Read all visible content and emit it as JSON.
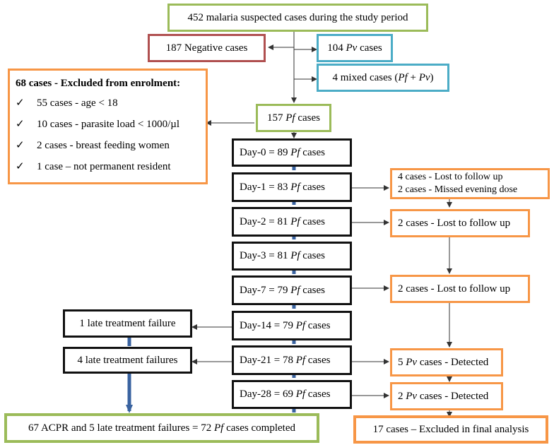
{
  "top_box": "452 malaria suspected cases during the study period",
  "negative_box": "187 Negative cases",
  "pv_box": {
    "pre": "104 ",
    "em": "Pv",
    "post": " cases"
  },
  "mixed_box": {
    "a": "4 mixed cases (",
    "em1": "Pf",
    "b": " + ",
    "em2": "Pv",
    "c": ")"
  },
  "excluded_box": {
    "title": "68 cases - Excluded from enrolment:",
    "check_glyph": "✓",
    "items": [
      "55 cases -  age < 18",
      "10 cases - parasite load < 1000/µl",
      "2 cases - breast feeding women",
      "1 case – not permanent resident"
    ]
  },
  "pf_box": {
    "pre": "157 ",
    "em": "Pf",
    "post": " cases"
  },
  "days": [
    {
      "pre": "Day-0 = 89 ",
      "em": "Pf",
      "post": " cases"
    },
    {
      "pre": "Day-1 = 83 ",
      "em": "Pf",
      "post": " cases"
    },
    {
      "pre": "Day-2 = 81 ",
      "em": "Pf",
      "post": " cases"
    },
    {
      "pre": "Day-3 = 81 ",
      "em": "Pf",
      "post": " cases"
    },
    {
      "pre": "Day-7 = 79 ",
      "em": "Pf",
      "post": " cases"
    },
    {
      "pre": "Day-14 = 79 ",
      "em": "Pf",
      "post": " cases"
    },
    {
      "pre": "Day-21 = 78 ",
      "em": "Pf",
      "post": " cases"
    },
    {
      "pre": "Day-28 = 69 ",
      "em": "Pf",
      "post": " cases"
    }
  ],
  "lost_day1": {
    "line1": "4 cases - Lost to follow up",
    "line2": "2 cases - Missed evening dose"
  },
  "lost_day2": "2 cases - Lost to follow up",
  "lost_day7": "2 cases - Lost to follow up",
  "detected_day21": {
    "pre": "5 ",
    "em": "Pv",
    "post": " cases - Detected"
  },
  "detected_day28": {
    "pre": "2 ",
    "em": "Pv",
    "post": " cases - Detected"
  },
  "late_failure_1": "1 late treatment failure",
  "late_failure_4": "4 late treatment failures",
  "final_completed": {
    "pre": "67 ACPR and 5 late treatment failures  = 72 ",
    "em": "Pf",
    "post": " cases completed"
  },
  "final_excluded": "17 cases – Excluded in final analysis"
}
